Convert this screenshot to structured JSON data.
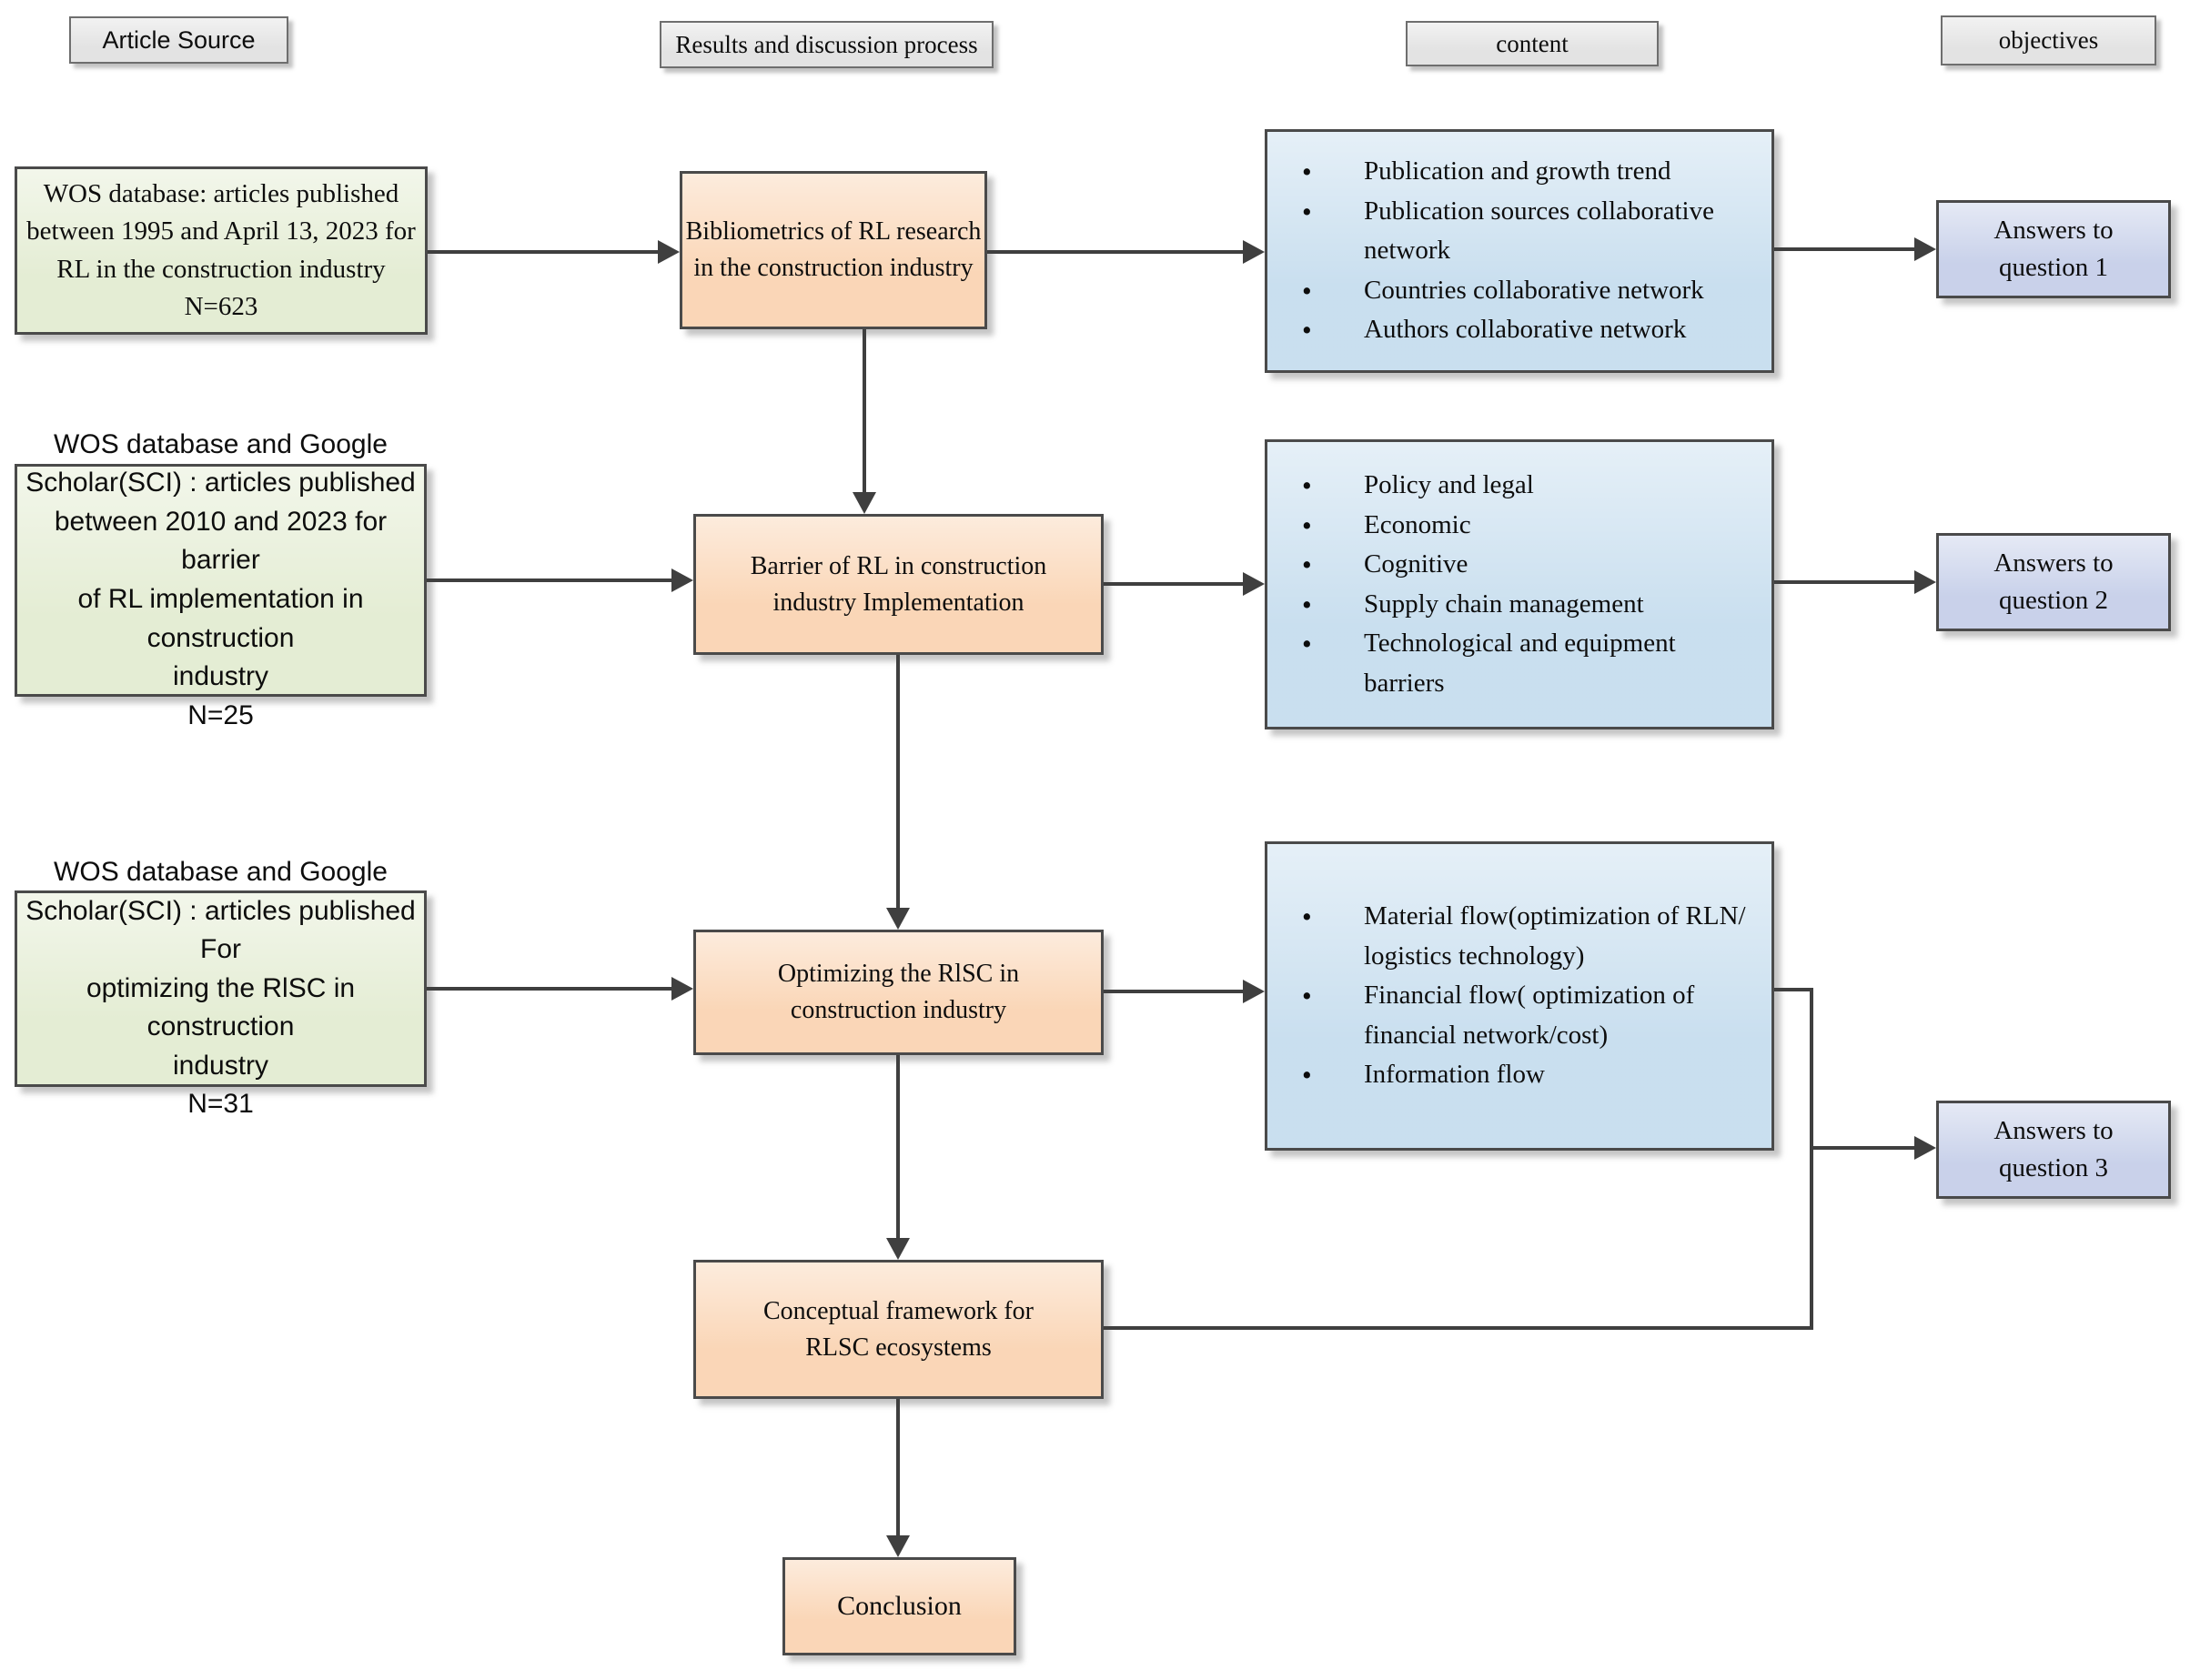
{
  "headers": {
    "article_source": "Article Source",
    "process": "Results and discussion process",
    "content": "content",
    "objectives": "objectives"
  },
  "sources": [
    {
      "text": "WOS database: articles published\nbetween 1995 and April 13, 2023 for\nRL  in the construction industry\nN=623"
    },
    {
      "text": "WOS database and Google\nScholar(SCI) : articles published\nbetween 2010 and 2023 for barrier\nof RL implementation in construction\nindustry\nN=25"
    },
    {
      "text": "WOS database and Google\nScholar(SCI) : articles published For\noptimizing the RlSC in construction\nindustry\nN=31"
    }
  ],
  "process_boxes": [
    {
      "label": "Bibliometrics of RL research\nin the construction industry"
    },
    {
      "label": "Barrier of RL  in construction\nindustry Implementation"
    },
    {
      "label": "Optimizing the RlSC in\nconstruction industry"
    },
    {
      "label": "Conceptual framework for\nRLSC ecosystems"
    },
    {
      "label": "Conclusion"
    }
  ],
  "content_boxes": [
    {
      "bullets": [
        "Publication and growth trend",
        "Publication sources collaborative network",
        "Countries collaborative network",
        "Authors collaborative network"
      ]
    },
    {
      "bullets": [
        "Policy and legal",
        "Economic",
        "Cognitive",
        "Supply chain management",
        "Technological and equipment barriers"
      ]
    },
    {
      "bullets": [
        "Material flow(optimization of RLN/ logistics technology)",
        "Financial flow( optimization of financial network/cost)",
        "Information flow"
      ]
    }
  ],
  "objective_boxes": [
    {
      "label": "Answers to\nquestion 1"
    },
    {
      "label": "Answers to\nquestion 2"
    },
    {
      "label": "Answers to\nquestion 3"
    }
  ],
  "colors": {
    "canvas": "#ffffff",
    "text": "#0d0d0d",
    "box-border": "#4a4a4a",
    "line": "#3f3f3f",
    "header-fill": "#e2e2e2",
    "source-fill": "#e3ecd2",
    "process-fill": "#fad4b3",
    "content-fill": "#c6ddee",
    "objective-fill": "#c6cfe9"
  }
}
